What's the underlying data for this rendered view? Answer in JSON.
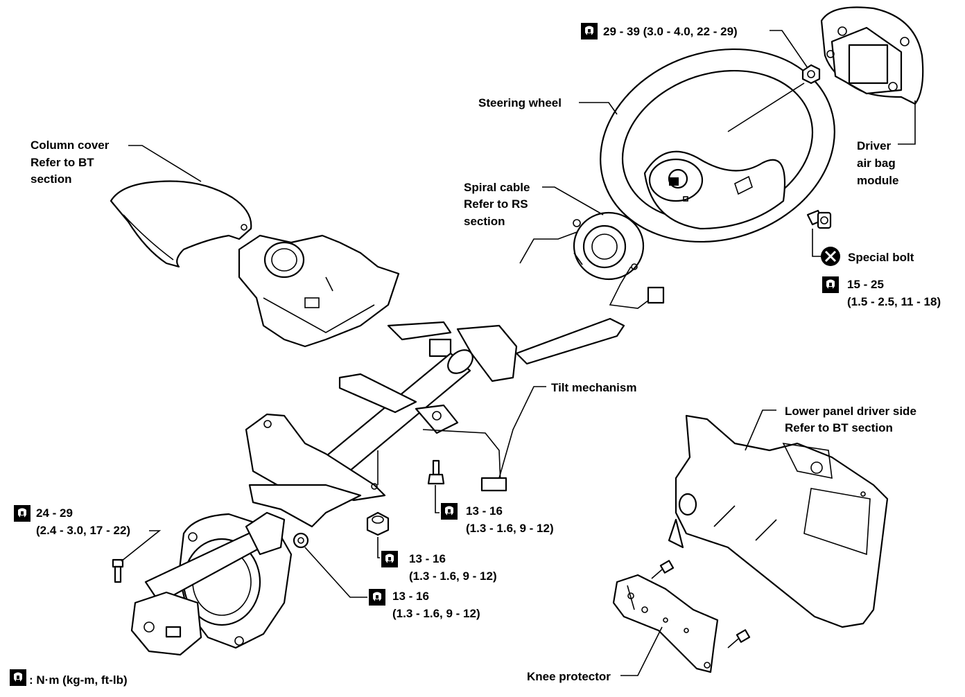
{
  "labels": {
    "torque_top": "29 - 39 (3.0 - 4.0, 22 - 29)",
    "steering_wheel": "Steering wheel",
    "driver_airbag": [
      "Driver",
      "air bag",
      "module"
    ],
    "column_cover": [
      "Column cover",
      "Refer to BT",
      "section"
    ],
    "spiral_cable": [
      "Spiral cable",
      "Refer to RS",
      "section"
    ],
    "special_bolt": "Special bolt",
    "torque_special_bolt": [
      "15 - 25",
      "(1.5 - 2.5, 11 - 18)"
    ],
    "tilt_mechanism": "Tilt mechanism",
    "lower_panel": [
      "Lower panel driver side",
      "Refer to BT section"
    ],
    "torque_left": [
      "24 - 29",
      "(2.4 - 3.0, 17 - 22)"
    ],
    "torque_tilt": [
      "13 - 16",
      "(1.3 - 1.6, 9 - 12)"
    ],
    "torque_nut": [
      "13 - 16",
      "(1.3 - 1.6, 9 - 12)"
    ],
    "torque_bracket": [
      "13 - 16",
      "(1.3 - 1.6, 9 - 12)"
    ],
    "knee_protector": "Knee protector",
    "units_legend": ": N·m (kg-m, ft-lb)"
  },
  "icons": {
    "torque": "torque-wrench-icon",
    "no_reuse": "do-not-reuse-icon"
  }
}
